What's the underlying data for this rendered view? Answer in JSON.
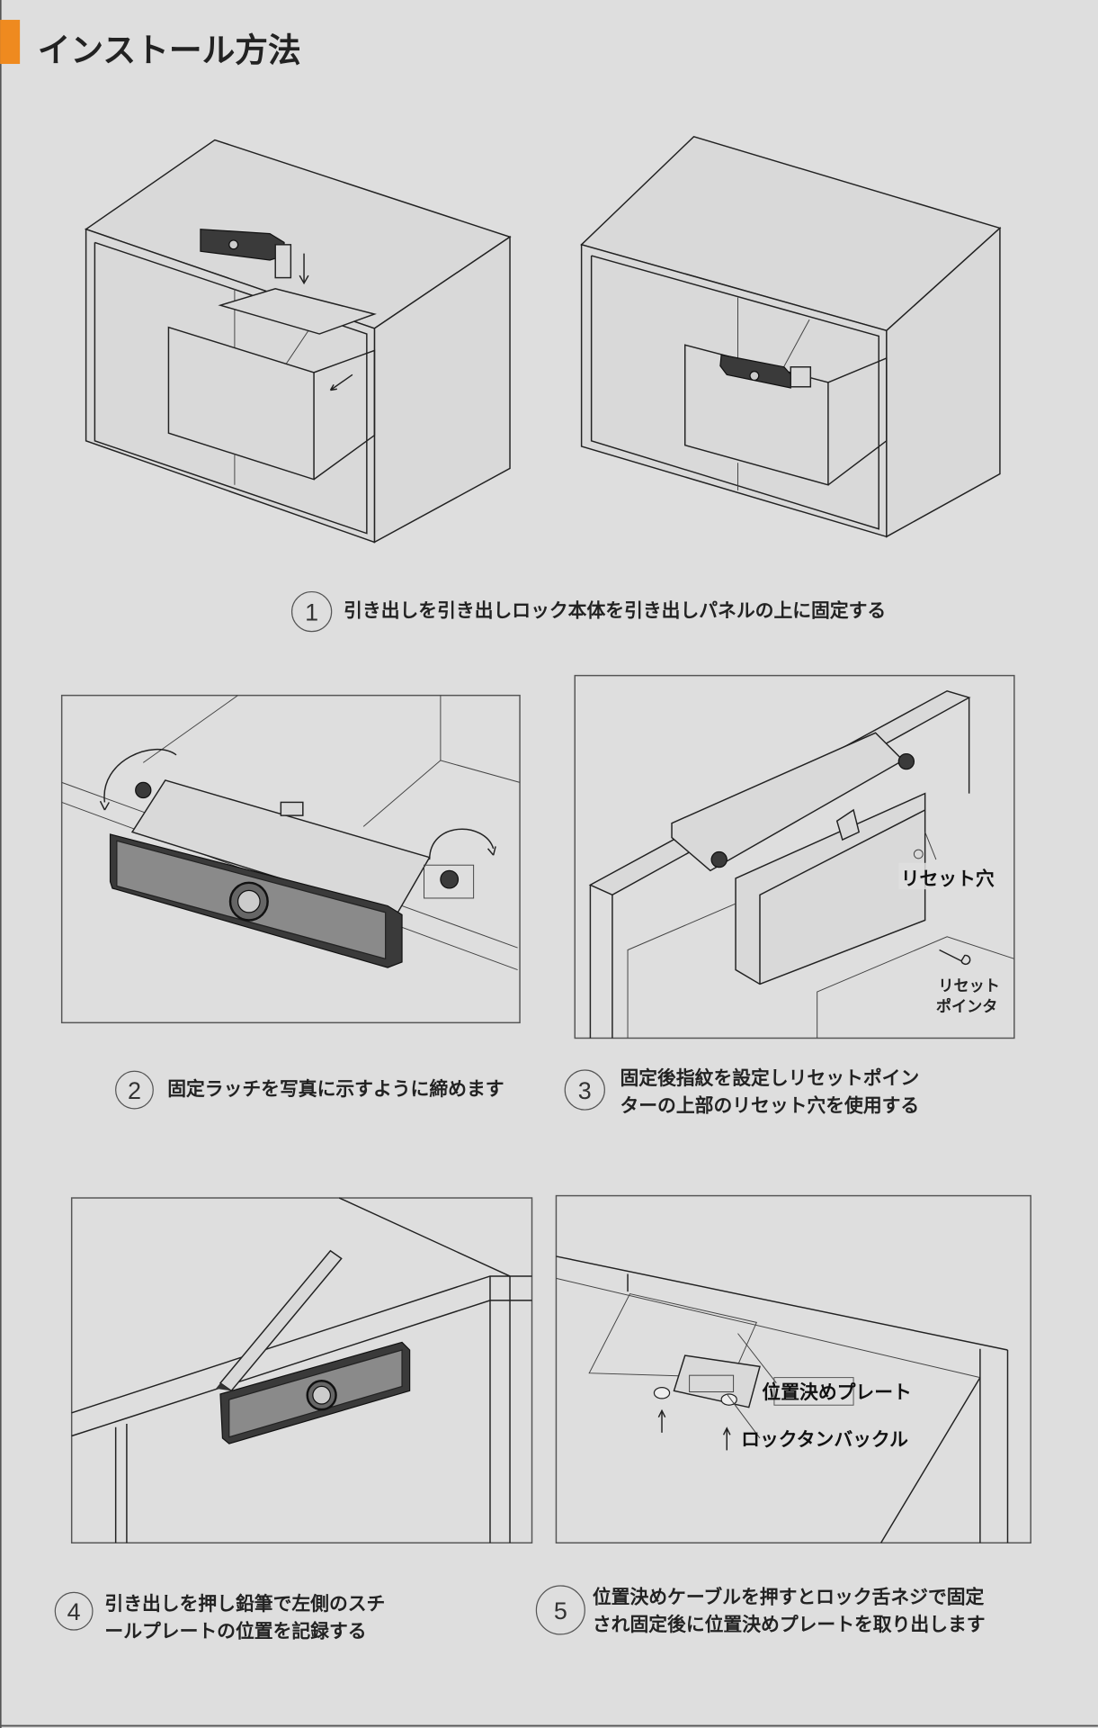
{
  "header": {
    "title": "インストール方法",
    "accent_color": "#ef8a1f"
  },
  "steps": [
    {
      "number": "1",
      "lines": [
        "引き出しを引き出しロック本体を引き出しパネルの上に固定する"
      ]
    },
    {
      "number": "2",
      "lines": [
        "固定ラッチを写真に示すように締めます"
      ]
    },
    {
      "number": "3",
      "lines": [
        "固定後指紋を設定しリセットポイン",
        "ターの上部のリセット穴を使用する"
      ]
    },
    {
      "number": "4",
      "lines": [
        "引き出しを押し鉛筆で左側のスチ",
        "ールプレートの位置を記録する"
      ]
    },
    {
      "number": "5",
      "lines": [
        "位置決めケーブルを押すとロック舌ネジで固定",
        "され固定後に位置決めプレートを取り出します"
      ]
    }
  ],
  "labels": {
    "reset_hole": "リセット穴",
    "reset_pointer_1": "リセット",
    "reset_pointer_2": "ポインタ",
    "positioning_plate": "位置決めプレート",
    "lock_buckle": "ロックタンバックル"
  }
}
